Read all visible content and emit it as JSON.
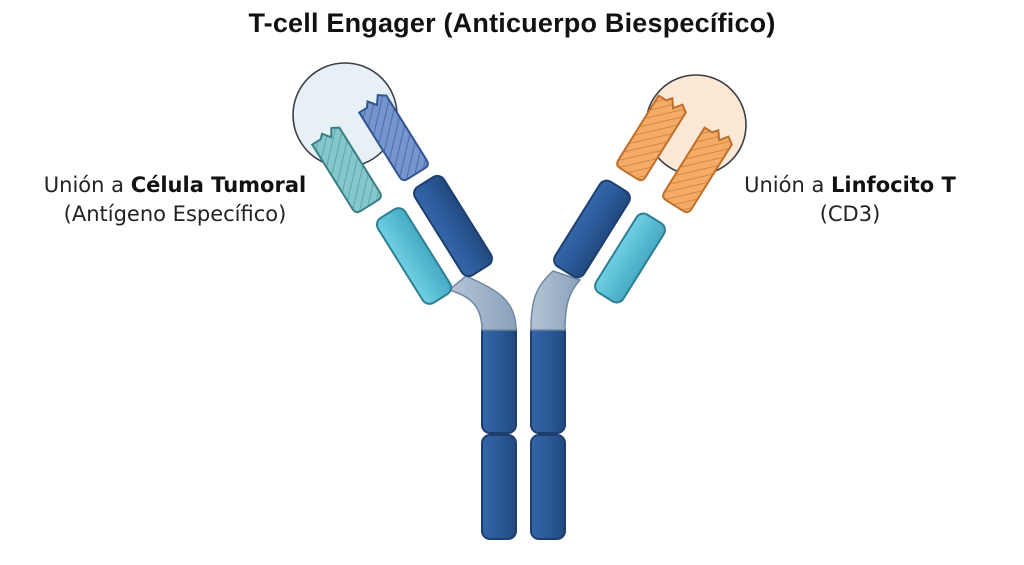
{
  "title": "T-cell Engager (Anticuerpo Biespecífico)",
  "left_label": {
    "prefix": "Unión a ",
    "bold": "Célula Tumoral",
    "line2": "(Antígeno Específico)"
  },
  "right_label": {
    "prefix": "Unión a ",
    "bold": "Linfocito T",
    "line2": "(CD3)"
  },
  "colors": {
    "dark_blue": "#2b5a99",
    "hinge": "#9eb3c9",
    "light_teal": "#5cc0d6",
    "pale_teal": "#7fc6c9",
    "light_blue_hatched": "#6d8fca",
    "orange": "#f0a35c",
    "left_circle_fill": "#e4eef2",
    "right_circle_fill": "#fde6d3"
  }
}
